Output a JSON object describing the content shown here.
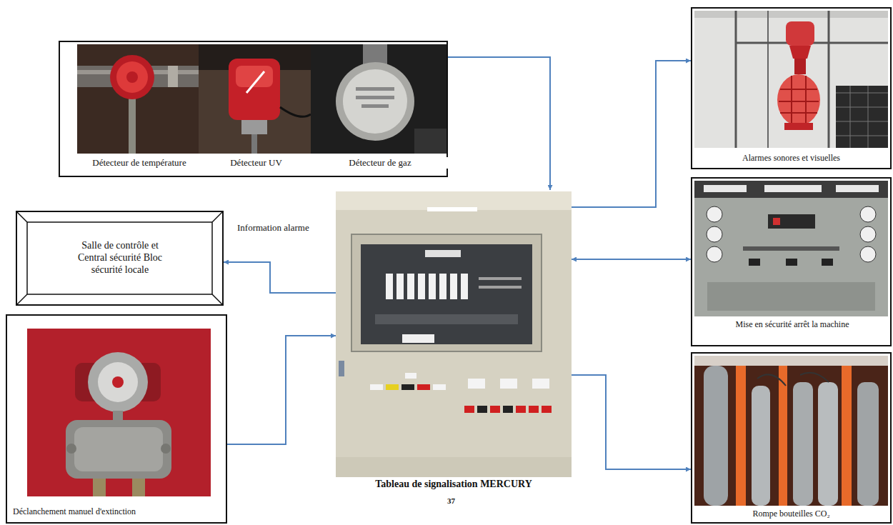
{
  "diagram": {
    "nodes": [
      {
        "text": [
          "Détecteur de température",
          "Détecteur UV",
          "Détecteur de gaz"
        ]
      },
      {
        "text": [
          "Alarmes sonores et visuelles"
        ]
      },
      {
        "text": [
          "Salle de contrôle et Central sécurité Bloc sécurité locale"
        ]
      },
      {
        "text": [
          "Tableau de signalisation MERCURY"
        ]
      },
      {
        "text": [
          "Mise en sécurité arrêt la machine"
        ]
      },
      {
        "text": [
          "Déclanchement manuel d'extinction"
        ]
      },
      {
        "text": [
          "Rompe bouteilles CO₂"
        ]
      }
    ],
    "edges": [
      {
        "from": 0,
        "to": 3,
        "arrow": "to"
      },
      {
        "from": 3,
        "to": 1,
        "arrow": "to"
      },
      {
        "from": 3,
        "to": 2,
        "label": "Information alarme",
        "arrow": "to"
      },
      {
        "from": 5,
        "to": 3,
        "arrow": "to"
      },
      {
        "from": 3,
        "to": 4,
        "arrow": "both"
      },
      {
        "from": 3,
        "to": 6,
        "arrow": "to"
      }
    ],
    "labels": [
      "37"
    ]
  }
}
